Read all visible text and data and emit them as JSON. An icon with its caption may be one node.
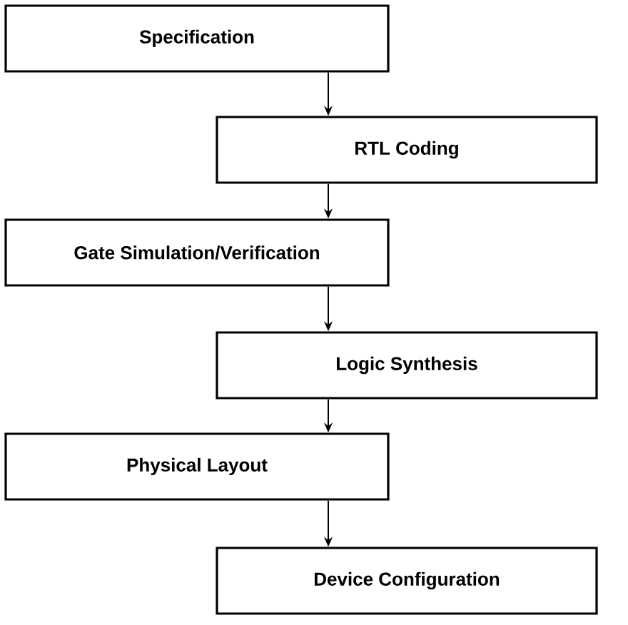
{
  "diagram": {
    "nodes": [
      {
        "text": [
          "Specification"
        ]
      },
      {
        "text": [
          "RTL Coding"
        ]
      },
      {
        "text": [
          "Gate Simulation/Verification"
        ]
      },
      {
        "text": [
          "Logic Synthesis"
        ]
      },
      {
        "text": [
          "Physical Layout"
        ]
      },
      {
        "text": [
          "Device Configuration"
        ]
      }
    ],
    "edges": [
      {
        "from": 0,
        "to": 1,
        "arrow": "to"
      },
      {
        "from": 1,
        "to": 2,
        "arrow": "to"
      },
      {
        "from": 2,
        "to": 3,
        "arrow": "to"
      },
      {
        "from": 3,
        "to": 4,
        "arrow": "to"
      },
      {
        "from": 4,
        "to": 5,
        "arrow": "to"
      }
    ]
  }
}
